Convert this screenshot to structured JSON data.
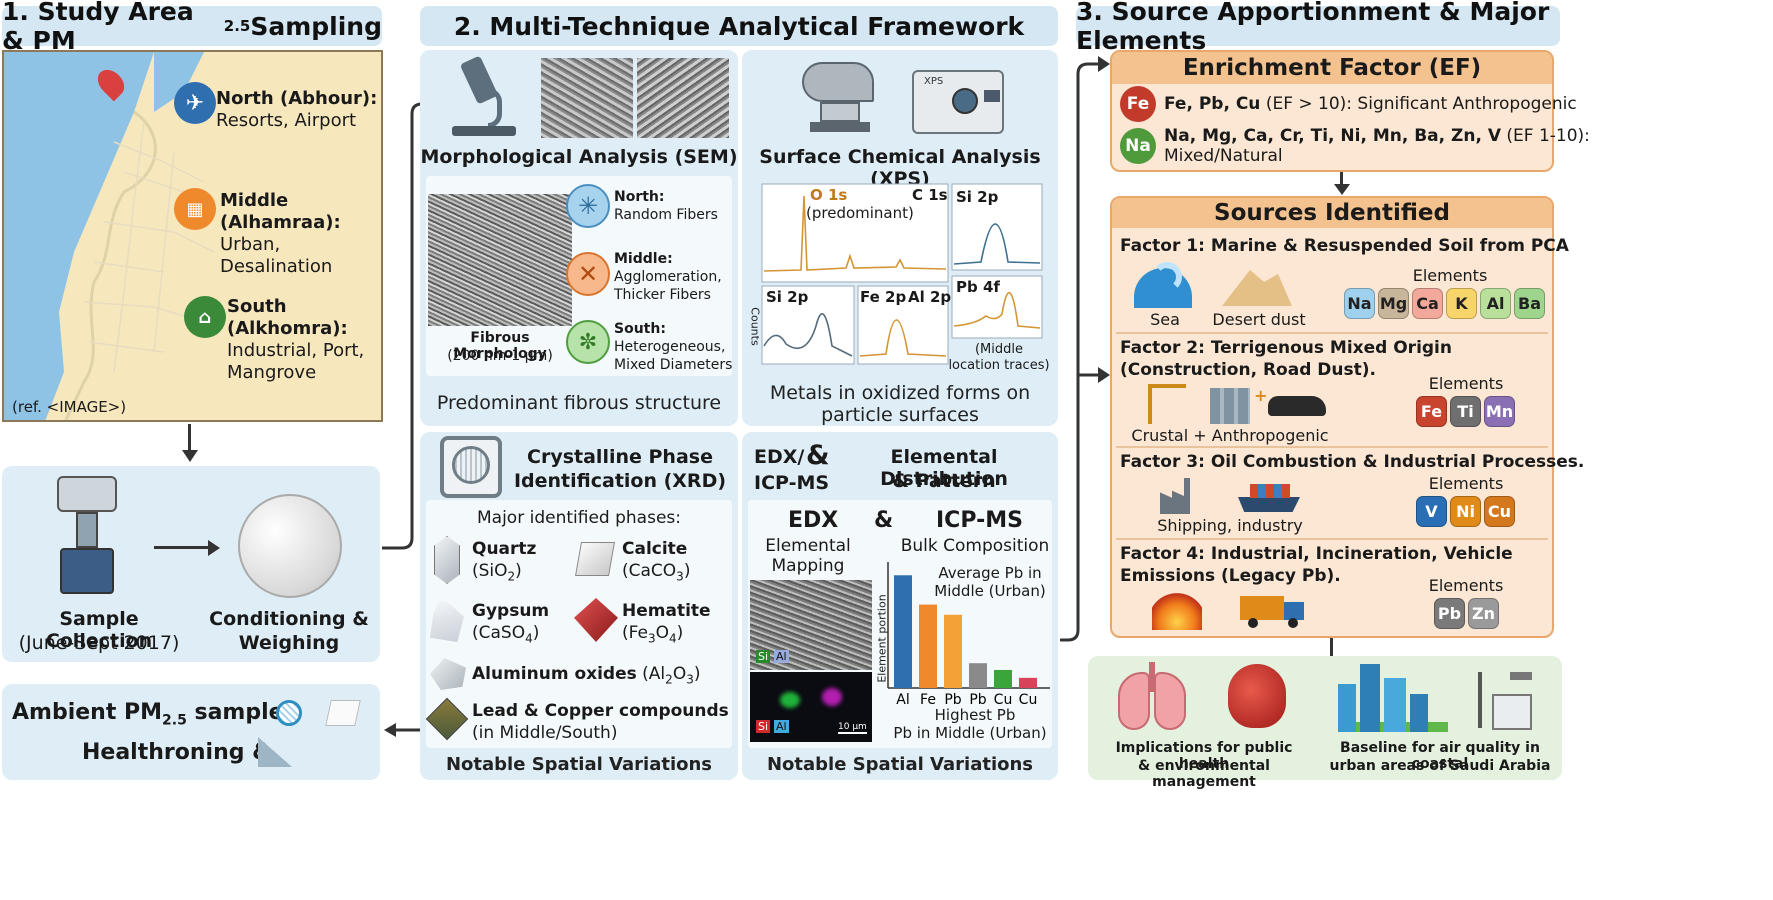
{
  "col1": {
    "header": "1. Study Area & PM",
    "header_sub": "2.5",
    "header_tail": " Sampling",
    "map": {
      "north_title": "North (Abhour):",
      "north_desc": "Resorts, Airport",
      "middle_title": "Middle (Alhamraa):",
      "middle_desc": "Urban, Desalination",
      "south_title": "South (Alkhomra):",
      "south_desc_1": "Industrial, Port,",
      "south_desc_2": "Mangrove",
      "ref": "(ref. <IMAGE>)"
    },
    "sample_collection": "Sample Collection",
    "sample_dates": "(June-Sept 2017)",
    "conditioning_1": "Conditioning &",
    "conditioning_2": "Weighing",
    "ambient_1": "Ambient PM",
    "ambient_sub": "2.5",
    "ambient_2": " sampler",
    "healthroning": "Healthroning &"
  },
  "col2": {
    "header": "2. Multi-Technique Analytical Framework",
    "sem": {
      "title": "Morphological Analysis (SEM)",
      "fibrous_1": "Fibrous Morphology",
      "fibrous_2": "(200 nm-1 µm)",
      "north_t": "North:",
      "north_d": "Random Fibers",
      "middle_t": "Middle:",
      "middle_d1": "Agglomeration,",
      "middle_d2": "Thicker Fibers",
      "south_t": "South:",
      "south_d1": "Heterogeneous,",
      "south_d2": "Mixed Diameters",
      "footer": "Predominant fibrous structure"
    },
    "xps": {
      "title": "Surface Chemical Analysis (XPS)",
      "instrument_label": "XPS",
      "o1s": "O 1s",
      "predominant": "(predominant)",
      "c1s": "C 1s",
      "si2p_a": "Si 2p",
      "si2p_b": "Si 2p",
      "fe2p": "Fe 2p",
      "al2p": "Al 2p",
      "pb4f": "Pb 4f",
      "counts": "Counts",
      "middle_traces_1": "(Middle",
      "middle_traces_2": "location traces)",
      "footer_1": "Metals in oxidized forms on",
      "footer_2": "particle surfaces"
    },
    "xrd": {
      "title_1": "Crystalline Phase",
      "title_2": "Identification (XRD)",
      "intro": "Major identified phases:",
      "quartz": "Quartz",
      "quartz_f": "(SiO",
      "quartz_s": "2",
      "calcite": "Calcite",
      "calcite_f": "(CaCO",
      "calcite_s": "3",
      "gypsum": "Gypsum",
      "gypsum_f": "(CaSO",
      "gypsum_s": "4",
      "hematite": "Hematite",
      "hematite_f": "(Fe",
      "hematite_s1": "3",
      "hematite_m": "O",
      "hematite_s2": "4",
      "alox": "Aluminum oxides",
      "alox_f": "(Al",
      "alox_s1": "2",
      "alox_m": "O",
      "alox_s2": "3",
      "lead": "Lead & Copper compounds",
      "lead_d": "(in Middle/South)",
      "footer": "Notable Spatial Variations"
    },
    "edx": {
      "title_a1": "EDX/",
      "title_amp": "&",
      "title_a2": "ICP-MS",
      "title_b1": "Elemental Distribution",
      "title_b2": "& Pattern",
      "edx": "EDX",
      "amp": "&",
      "icpms": "ICP-MS",
      "edx_sub_1": "Elemental",
      "edx_sub_2": "Mapping",
      "icp_sub": "Bulk Composition",
      "avg_pb_1": "Average Pb in",
      "avg_pb_2": "Middle (Urban)",
      "ylabel": "Element portion",
      "highest_1": "Highest Pb",
      "highest_2": "Pb in Middle (Urban)",
      "map_si": "Si",
      "map_al": "Al",
      "map_si2": "Si",
      "map_al2": "Al",
      "scale": "10 µm",
      "footer": "Notable Spatial Variations"
    }
  },
  "chart_data": {
    "type": "bar",
    "categories": [
      "Al",
      "Fe",
      "Pb",
      "Pb",
      "Cu",
      "Cu"
    ],
    "values": [
      100,
      74,
      65,
      22,
      16,
      9
    ],
    "colors": [
      "#2f6fb0",
      "#ef8a2c",
      "#f2a236",
      "#8a8a8a",
      "#3aa63a",
      "#d9435a"
    ],
    "ylabel": "Element portion",
    "ylim": [
      0,
      110
    ]
  },
  "col3": {
    "header": "3. Source Apportionment & Major Elements",
    "ef": {
      "title": "Enrichment Factor (EF)",
      "fe_chip": "Fe",
      "fe_bold": "Fe, Pb, Cu",
      "fe_text": " (EF > 10): Significant Anthropogenic",
      "na_chip": "Na",
      "na_bold": "Na, Mg, Ca, Cr, Ti, Ni, Mn, Ba, Zn, V",
      "na_text": " (EF 1-10):",
      "na_text2": "Mixed/Natural"
    },
    "sources": {
      "title": "Sources Identified",
      "f1": "Factor 1: Marine & Resuspended Soil from PCA",
      "f1_sea": "Sea",
      "f1_dust": "Desert dust",
      "f1_elements": "Elements",
      "f1_chips": [
        "Na",
        "Mg",
        "Ca",
        "K",
        "Al",
        "Ba"
      ],
      "f2_1": "Factor 2: Terrigenous Mixed Origin",
      "f2_2": "(Construction, Road Dust).",
      "f2_caption": "Crustal + Anthropogenic",
      "f2_elements": "Elements",
      "f2_chips": [
        "Fe",
        "Ti",
        "Mn"
      ],
      "f3": "Factor 3: Oil Combustion & Industrial Processes.",
      "f3_caption": "Shipping, industry",
      "f3_elements": "Elements",
      "f3_chips": [
        "V",
        "Ni",
        "Cu"
      ],
      "f4_1": "Factor 4: Industrial, Incineration, Vehicle",
      "f4_2": "Emissions (Legacy Pb).",
      "f4_elements": "Elements",
      "f4_chips": [
        "Pb",
        "Zn"
      ]
    },
    "implications_1": "Implications for public health",
    "implications_2": "& environmental management",
    "baseline_1": "Baseline for air quality in coastal",
    "baseline_2": "urban areas of Saudi Arabia"
  },
  "colors": {
    "panel_blue": "#deedf6",
    "header_blue": "#d4e7f3",
    "ef_orange": "#f4c28f",
    "green_panel": "#e3f1de"
  }
}
